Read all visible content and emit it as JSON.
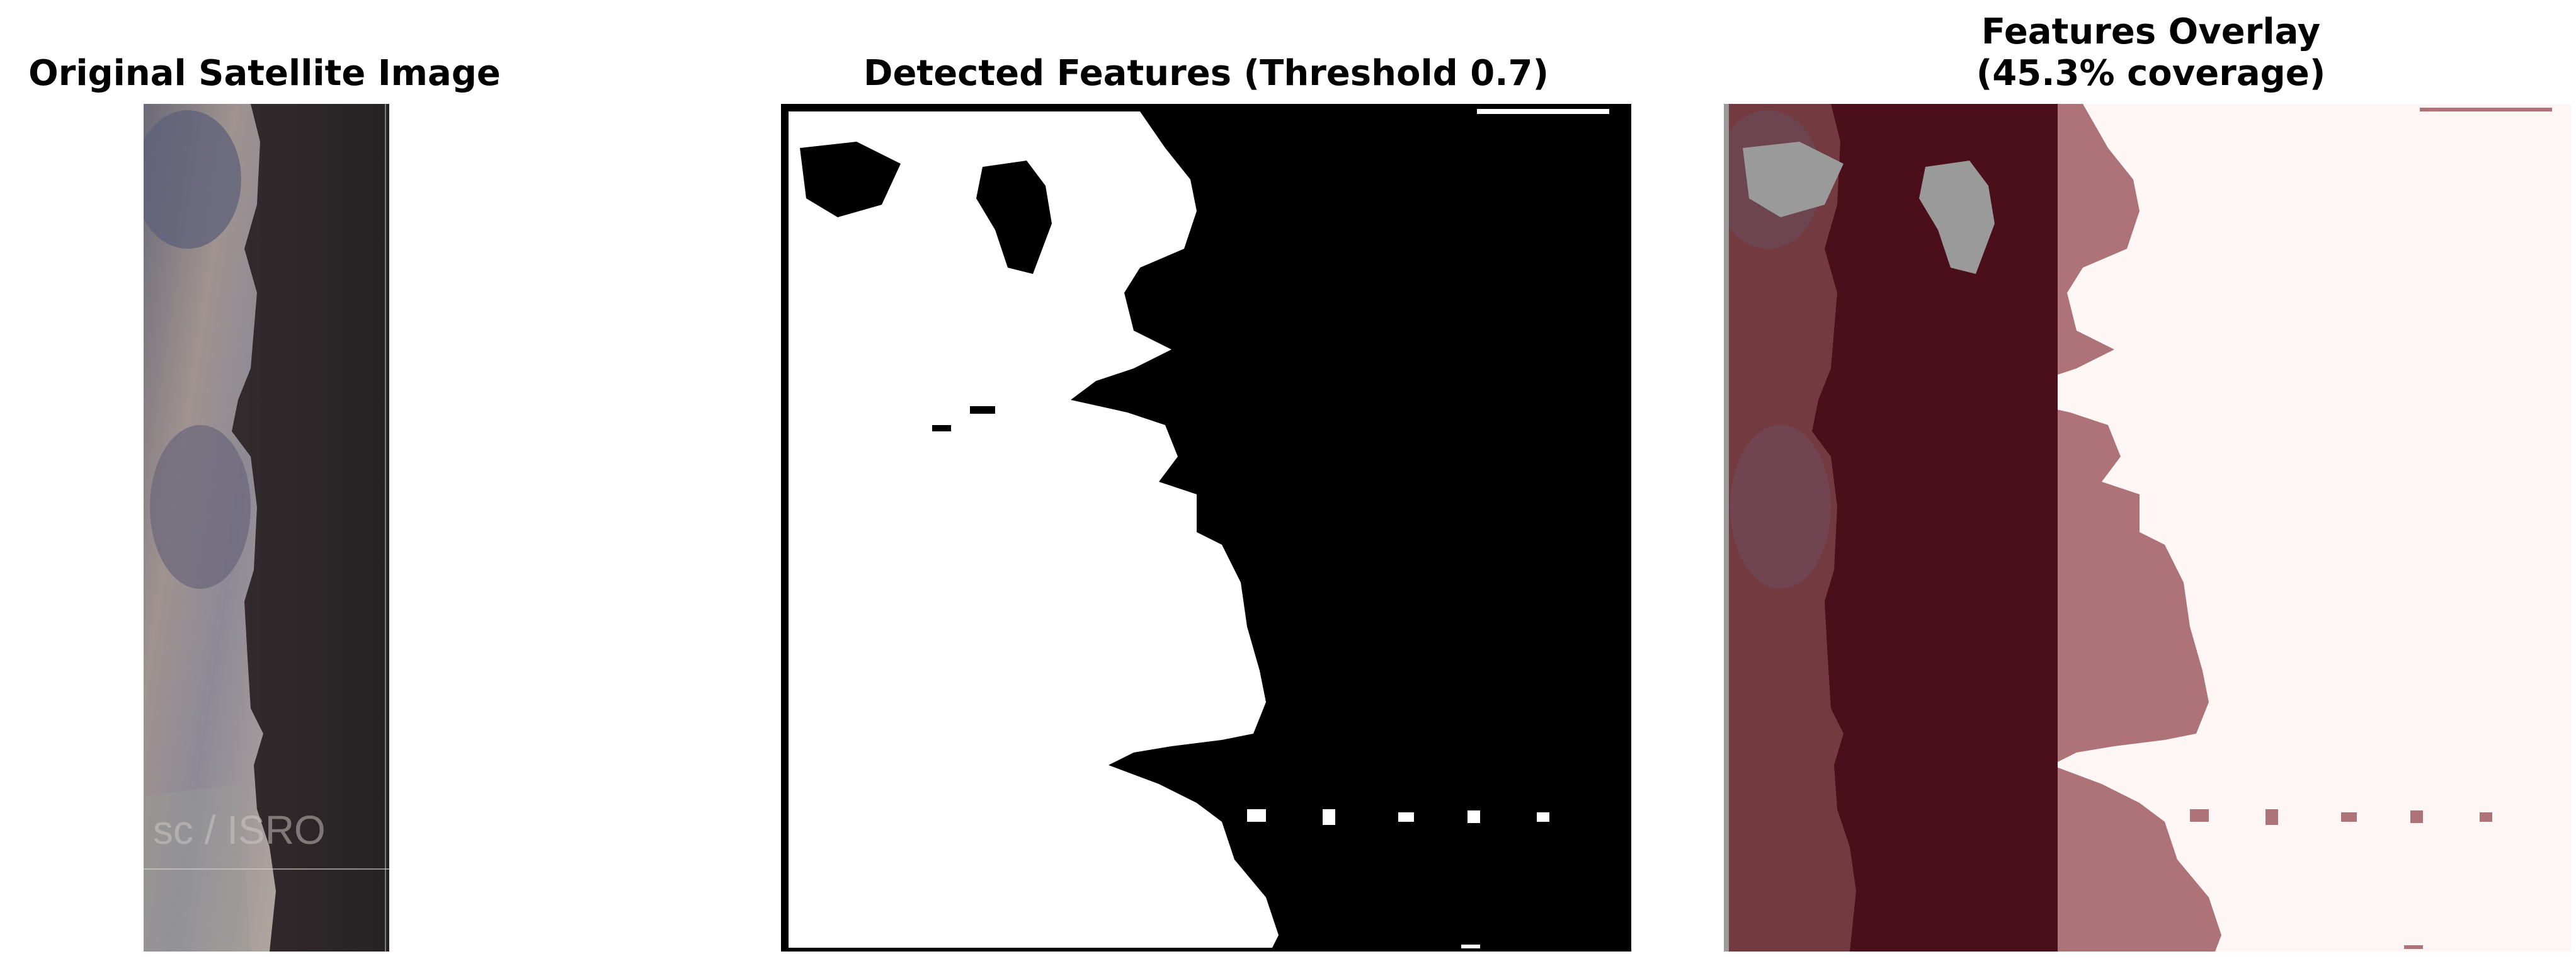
{
  "panels": [
    {
      "title": "Original Satellite Image",
      "watermark": "sc / ISRO"
    },
    {
      "title": "Detected Features (Threshold 0.7)"
    },
    {
      "title_line1": "Features Overlay",
      "title_line2": "(45.3% coverage)"
    }
  ],
  "colors": {
    "land_light": "#a69a93",
    "land_dark": "#6f6a78",
    "water": "#2a2628",
    "mask_white": "#ffffff",
    "mask_black": "#000000",
    "overlay_dark": "#4a0f1a",
    "overlay_mid": "#ad7378",
    "overlay_light": "#fdf6f4"
  },
  "threshold": 0.7,
  "coverage_percent": 45.3
}
